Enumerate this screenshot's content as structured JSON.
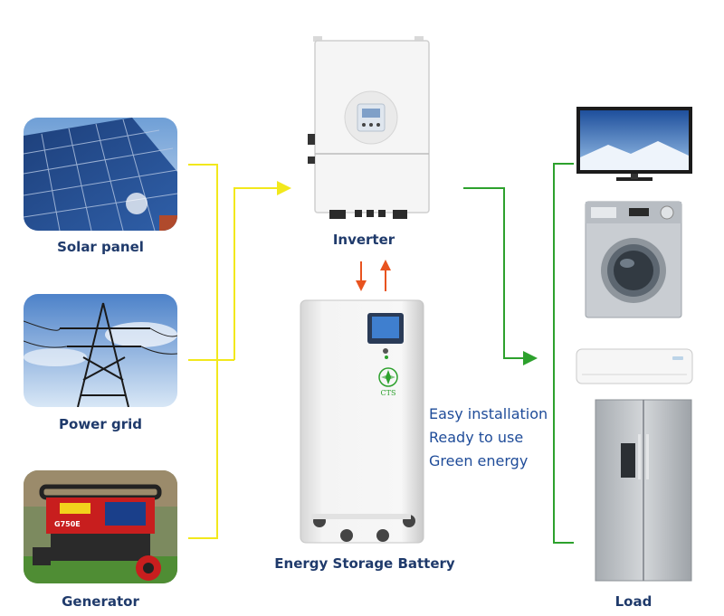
{
  "sources": {
    "solar": "Solar panel",
    "grid": "Power grid",
    "generator": "Generator"
  },
  "inverter": {
    "label": "Inverter"
  },
  "battery": {
    "label": "Energy Storage Battery",
    "logo_text": "CTS"
  },
  "generator_panel_text": "G750E",
  "features": [
    "Easy installation",
    "Ready to use",
    "Green energy"
  ],
  "load": {
    "label": "Load"
  },
  "colors": {
    "source_line": "#f2e81c",
    "load_line": "#2da12d",
    "battery_arrows": "#e8531f",
    "label_text": "#1f3a6b",
    "feature_text": "#1f4c99"
  }
}
